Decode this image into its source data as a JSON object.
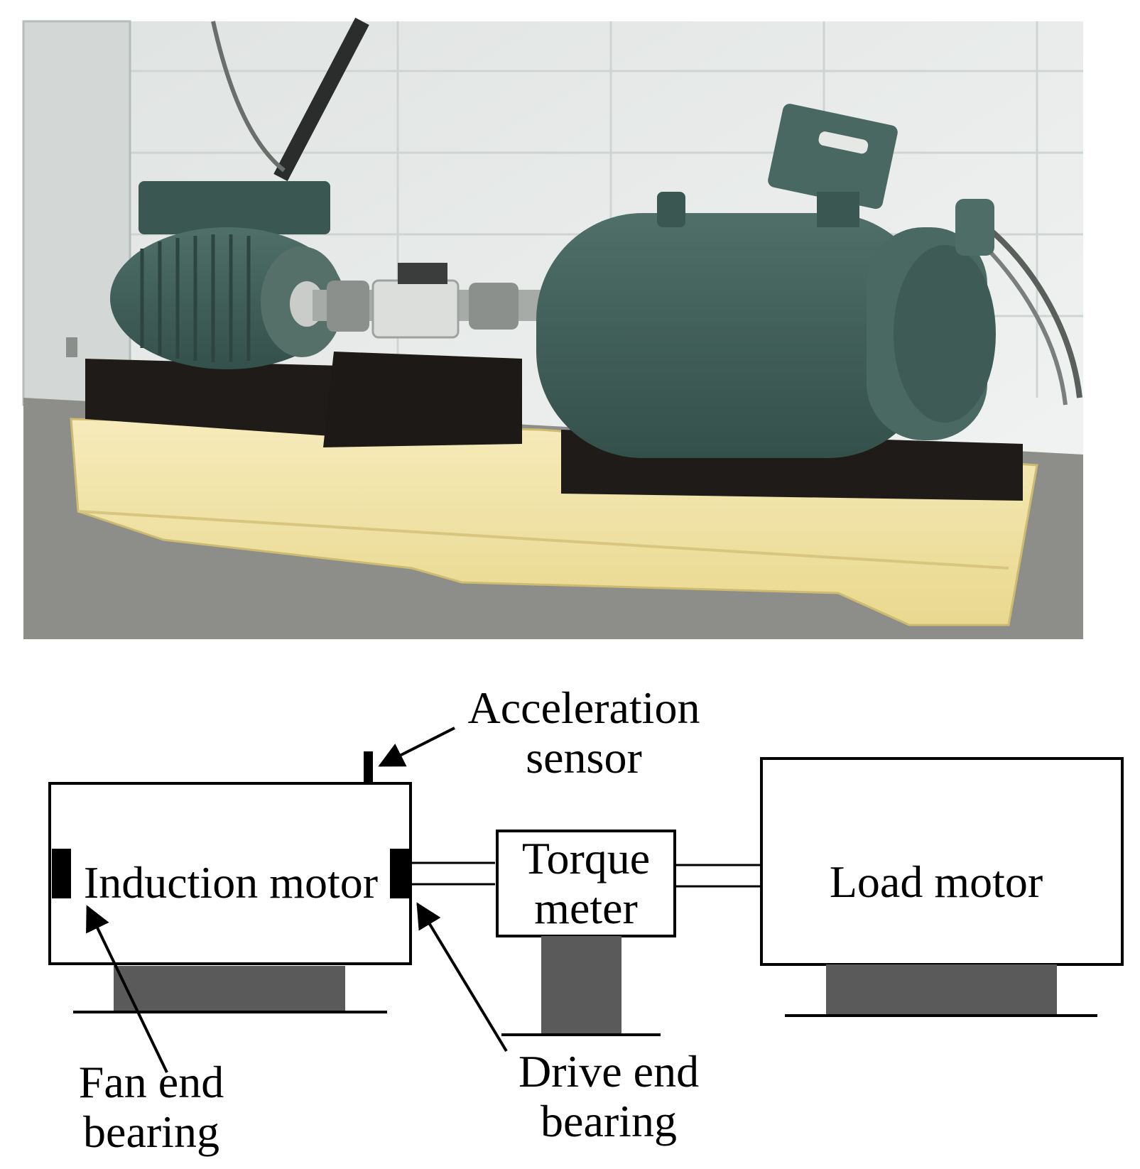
{
  "photo": {
    "subject": "photo-test-rig"
  },
  "diagram": {
    "components": {
      "induction_motor": "Induction motor",
      "torque_meter_line1": "Torque",
      "torque_meter_line2": "meter",
      "load_motor": "Load motor"
    },
    "callouts": {
      "acceleration_sensor_line1": "Acceleration",
      "acceleration_sensor_line2": "sensor",
      "fan_end_line1": "Fan end",
      "fan_end_line2": "bearing",
      "drive_end_line1": "Drive end",
      "drive_end_line2": "bearing"
    }
  },
  "colors": {
    "line": "#000000",
    "base_fill": "#5a5a5a",
    "bed_yellow": "#f1e3a6",
    "motor_green": "#3f5e56",
    "wall": "#e8ecea",
    "floor": "#8d8e89"
  }
}
